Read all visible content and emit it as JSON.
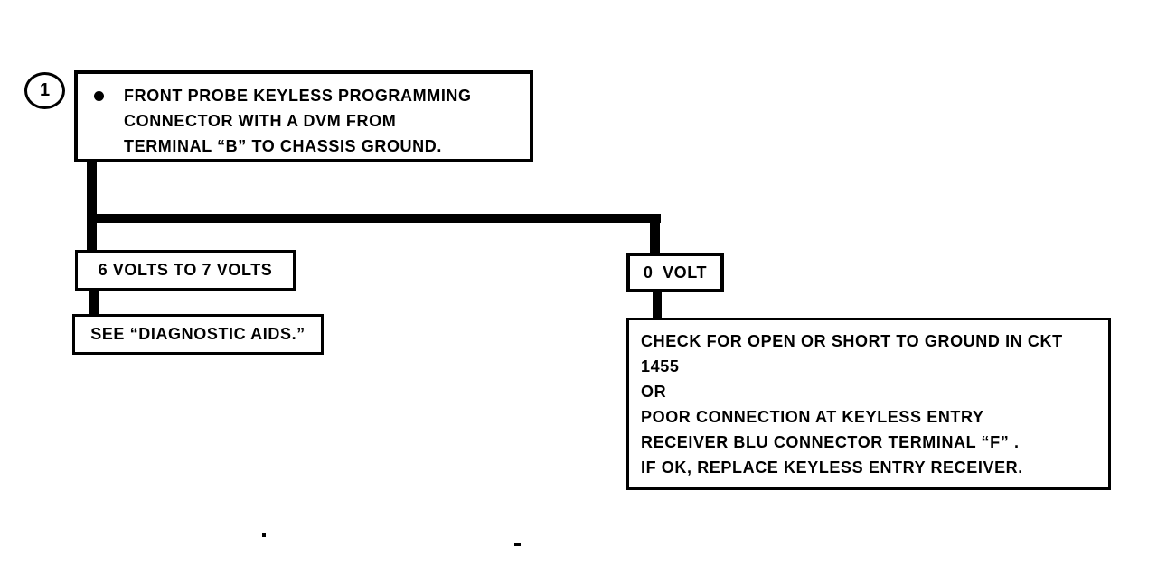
{
  "diagram": {
    "step_number": "1",
    "instruction_box": {
      "lines": [
        "FRONT PROBE KEYLESS PROGRAMMING",
        "CONNECTOR WITH A DVM FROM",
        "TERMINAL “B” TO CHASSIS GROUND."
      ]
    },
    "left_branch": {
      "condition": "6 VOLTS TO 7 VOLTS",
      "action": "SEE “DIAGNOSTIC AIDS.”"
    },
    "right_branch": {
      "condition": "0 VOLT",
      "action_lines": [
        "CHECK FOR OPEN OR SHORT TO GROUND IN CKT",
        "1455",
        "OR",
        "POOR CONNECTION AT KEYLESS ENTRY",
        "RECEIVER  BLU CONNECTOR TERMINAL “F” .",
        "IF OK, REPLACE KEYLESS ENTRY RECEIVER."
      ]
    },
    "colors": {
      "ink": "#000000",
      "background": "#ffffff"
    }
  }
}
